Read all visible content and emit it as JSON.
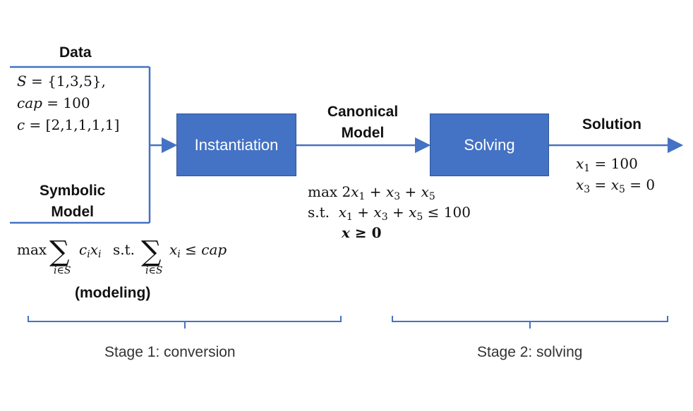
{
  "colors": {
    "box_fill": "#4472C4",
    "line": "#4472C4",
    "text": "#111111"
  },
  "data": {
    "title": "Data",
    "line1": "S = {1,3,5},",
    "line2": "cap = 100",
    "line3": "c = [2,1,1,1,1]"
  },
  "symbolic": {
    "title_line1": "Symbolic",
    "title_line2": "Model",
    "formula": "max ∑ c_i x_i  s.t. ∑ x_i ≤ cap",
    "sum_index": "i∈S",
    "note": "(modeling)"
  },
  "instantiation": {
    "label": "Instantiation"
  },
  "canonical": {
    "title_line1": "Canonical",
    "title_line2": "Model",
    "objective": "max 2x1 + x3 + x5",
    "constraint": "s.t.  x1 + x3 + x5 ≤ 100",
    "nonneg": "x ≥ 0"
  },
  "solving": {
    "label": "Solving"
  },
  "solution": {
    "title": "Solution",
    "line1": "x1 = 100",
    "line2": "x3 = x5 = 0"
  },
  "stages": {
    "stage1": "Stage 1: conversion",
    "stage2": "Stage 2: solving"
  }
}
